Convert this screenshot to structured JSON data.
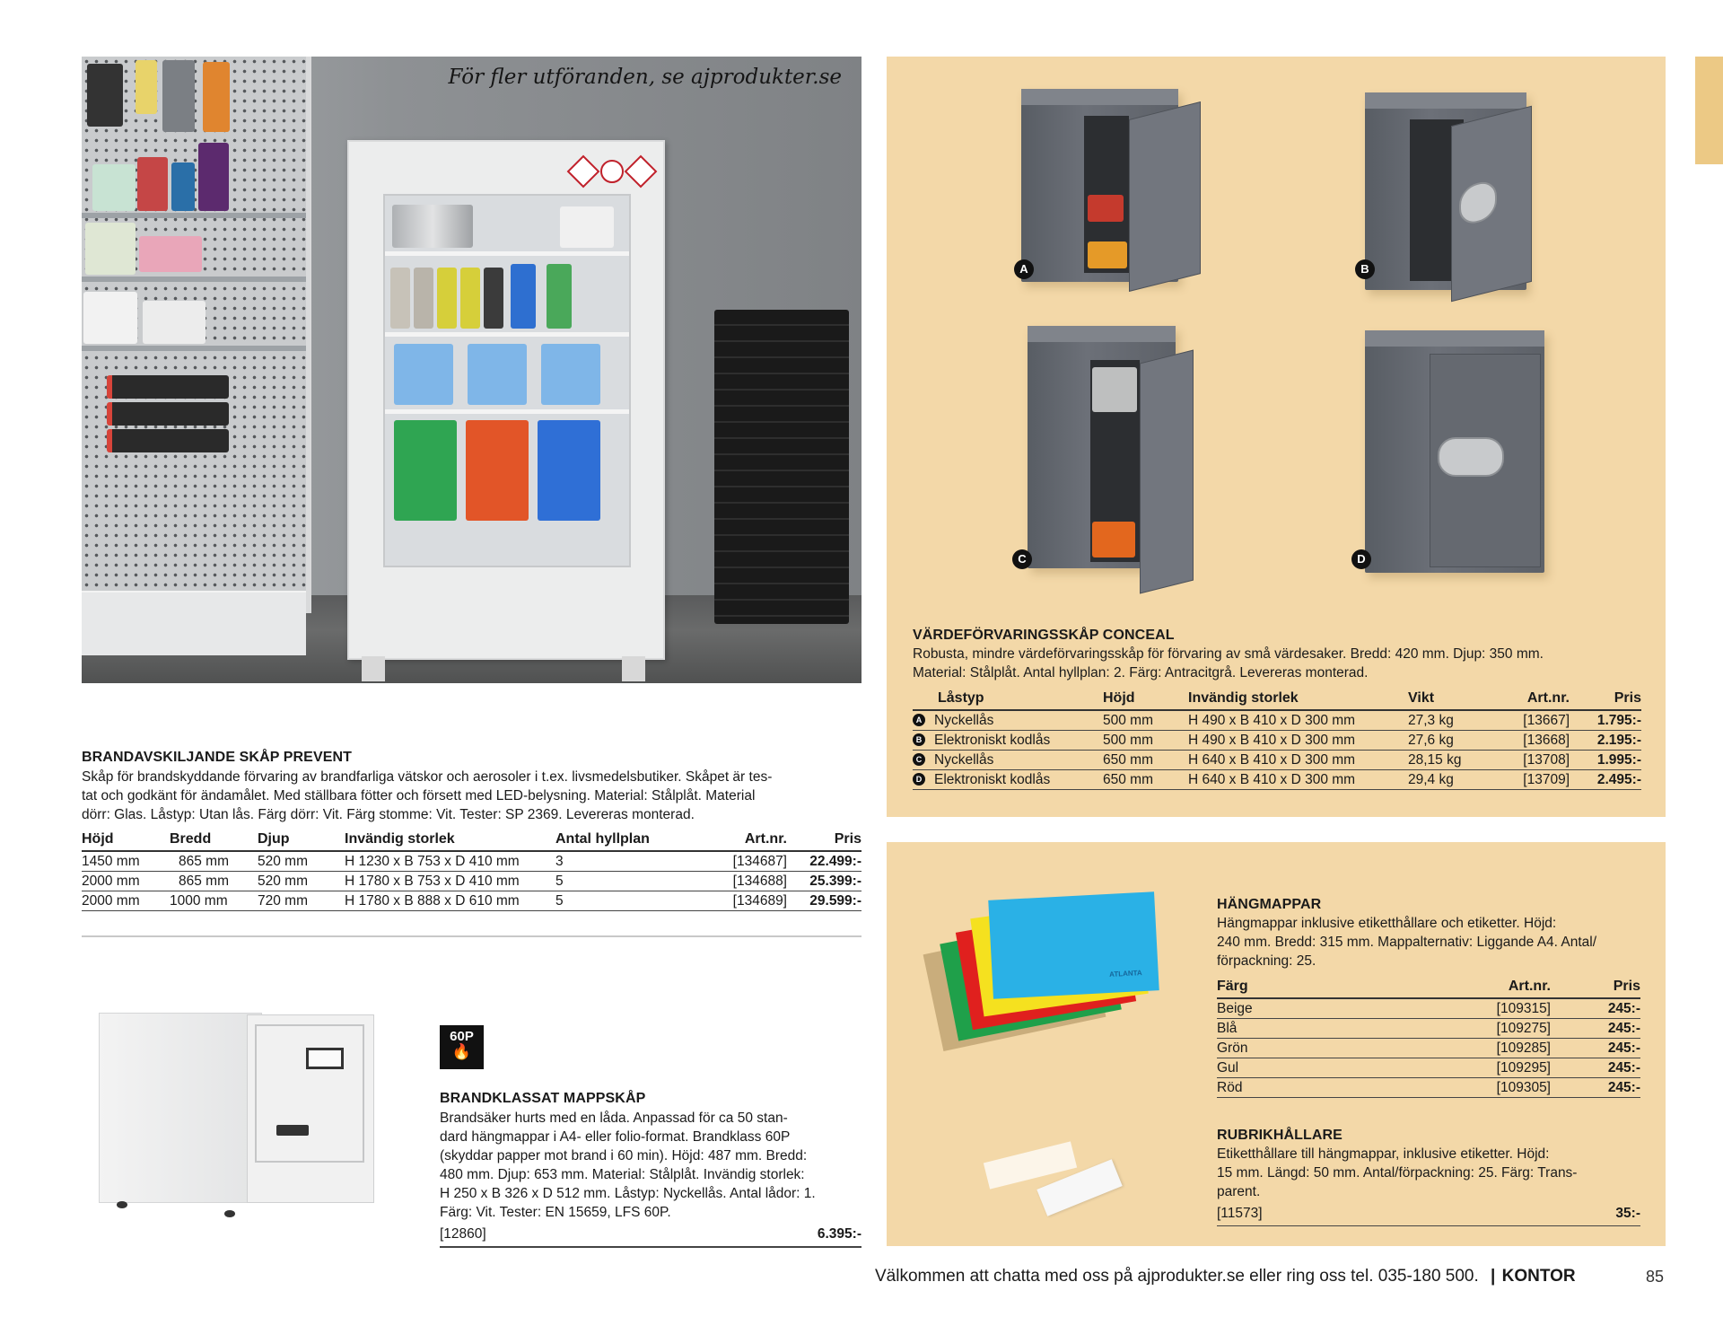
{
  "photo": {
    "caption": "För fler utföranden, se ajprodukter.se"
  },
  "prevent": {
    "title": "BRANDAVSKILJANDE SKÅP PREVENT",
    "description": "Skåp för brandskyddande förvaring av brandfarliga vätskor och aerosoler i t.ex. livsmedelsbutiker. Skåpet är testat och godkänt för ändamålet. Med ställbara fötter och försett med LED-belysning. Material: Stålplåt. Material dörr: Glas. Låstyp: Utan lås. Färg dörr: Vit. Färg stomme: Vit. Tester: SP 2369. Levereras monterad.",
    "desc_lines": [
      "Skåp för brandskyddande förvaring av brandfarliga vätskor och aerosoler i t.ex. livsmedelsbutiker. Skåpet är tes-",
      "tat och godkänt för ändamålet. Med ställbara fötter och försett med LED-belysning. Material: Stålplåt. Material",
      "dörr: Glas. Låstyp: Utan lås. Färg dörr: Vit. Färg stomme: Vit. Tester: SP 2369. Levereras monterad."
    ],
    "columns": [
      "Höjd",
      "Bredd",
      "Djup",
      "Invändig storlek",
      "Antal hyllplan",
      "Art.nr.",
      "Pris"
    ],
    "rows": [
      [
        "1450 mm",
        "865 mm",
        "520 mm",
        "H 1230 x B 753 x D 410 mm",
        "3",
        "[134687]",
        "22.499:-"
      ],
      [
        "2000 mm",
        "865 mm",
        "520 mm",
        "H 1780 x B 753 x D 410 mm",
        "5",
        "[134688]",
        "25.399:-"
      ],
      [
        "2000 mm",
        "1000 mm",
        "720 mm",
        "H 1780 x B 888 x D 610 mm",
        "5",
        "[134689]",
        "29.599:-"
      ]
    ]
  },
  "mappskap": {
    "fire_badge": "60P",
    "title": "BRANDKLASSAT MAPPSKÅP",
    "desc_lines": [
      "Brandsäker hurts med en låda. Anpassad för ca 50 stan-",
      "dard hängmappar i A4- eller folio-format. Brandklass 60P",
      "(skyddar papper mot brand i 60 min). Höjd: 487 mm. Bredd:",
      "480 mm. Djup: 653 mm. Material: Stålplåt. Invändig storlek:",
      "H 250 x B 326 x D 512 mm. Låstyp: Nyckellås. Antal lådor: 1.",
      "Färg: Vit. Tester: EN 15659, LFS 60P."
    ],
    "art_nr": "[12860]",
    "price": "6.395:-"
  },
  "conceal": {
    "image_labels": [
      "A",
      "B",
      "C",
      "D"
    ],
    "title": "VÄRDEFÖRVARINGSSKÅP CONCEAL",
    "desc_lines": [
      "Robusta, mindre värdeförvaringsskåp för förvaring av små värdesaker. Bredd: 420 mm. Djup: 350 mm.",
      "Material: Stålplåt. Antal hyllplan: 2. Färg: Antracitgrå. Levereras monterad."
    ],
    "columns": [
      "Låstyp",
      "Höjd",
      "Invändig storlek",
      "Vikt",
      "Art.nr.",
      "Pris"
    ],
    "rows": [
      {
        "marker": "A",
        "cells": [
          "Nyckellås",
          "500 mm",
          "H 490 x B 410 x D 300 mm",
          "27,3 kg",
          "[13667]",
          "1.795:-"
        ]
      },
      {
        "marker": "B",
        "cells": [
          "Elektroniskt kodlås",
          "500 mm",
          "H 490 x B 410 x D 300 mm",
          "27,6 kg",
          "[13668]",
          "2.195:-"
        ]
      },
      {
        "marker": "C",
        "cells": [
          "Nyckellås",
          "650 mm",
          "H 640 x B 410 x D 300 mm",
          "28,15 kg",
          "[13708]",
          "1.995:-"
        ]
      },
      {
        "marker": "D",
        "cells": [
          "Elektroniskt kodlås",
          "650 mm",
          "H 640 x B 410 x D 300 mm",
          "29,4 kg",
          "[13709]",
          "2.495:-"
        ]
      }
    ]
  },
  "hangmappar": {
    "title": "HÄNGMAPPAR",
    "desc_lines": [
      "Hängmappar inklusive etiketthållare och etiketter. Höjd:",
      "240 mm. Bredd: 315 mm. Mappalternativ: Liggande A4. Antal/",
      "förpackning: 25."
    ],
    "columns": [
      "Färg",
      "Art.nr.",
      "Pris"
    ],
    "rows": [
      [
        "Beige",
        "[109315]",
        "245:-"
      ],
      [
        "Blå",
        "[109275]",
        "245:-"
      ],
      [
        "Grön",
        "[109285]",
        "245:-"
      ],
      [
        "Gul",
        "[109295]",
        "245:-"
      ],
      [
        "Röd",
        "[109305]",
        "245:-"
      ]
    ],
    "folder_brand": "ATLANTA"
  },
  "rubrikhallare": {
    "title": "RUBRIKHÅLLARE",
    "desc_lines": [
      "Etiketthållare till hängmappar, inklusive etiketter. Höjd:",
      "15 mm. Längd: 50 mm. Antal/förpackning: 25. Färg: Trans-",
      "parent."
    ],
    "art_nr": "[11573]",
    "price": "35:-"
  },
  "footer": {
    "text": "Välkommen att chatta med oss på ajprodukter.se eller ring oss tel. 035-180 500.",
    "separator": "|",
    "section": "KONTOR",
    "page_number": "85"
  },
  "colors": {
    "panel": "#f3d8a8",
    "side_tab": "#ecc985",
    "text": "#1a1a1a",
    "safe_gray": "#62666d"
  }
}
